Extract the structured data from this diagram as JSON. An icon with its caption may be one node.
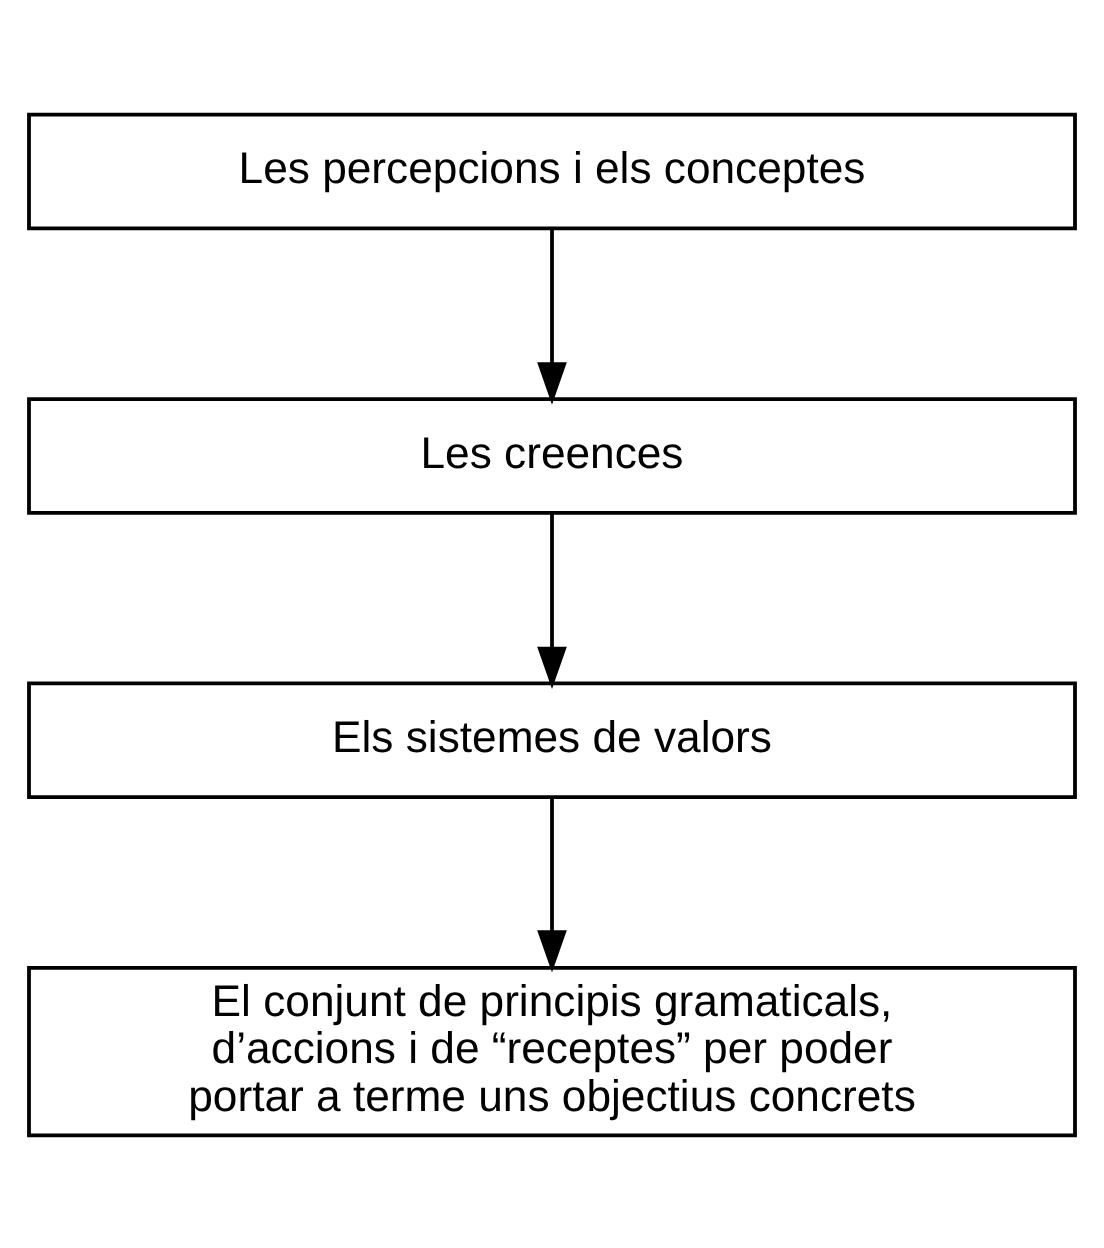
{
  "diagram": {
    "nodes": [
      {
        "text": [
          "Les percepcions i els conceptes"
        ]
      },
      {
        "text": [
          "Les creences"
        ]
      },
      {
        "text": [
          "Els sistemes de valors"
        ]
      },
      {
        "text": [
          "El conjunt de principis gramaticals, d’accions i de “receptes” per poder portar a terme uns objectius concrets"
        ]
      }
    ],
    "edges": [
      {
        "from": 0,
        "to": 1,
        "arrow": "to"
      },
      {
        "from": 1,
        "to": 2,
        "arrow": "to"
      },
      {
        "from": 2,
        "to": 3,
        "arrow": "to"
      }
    ]
  }
}
